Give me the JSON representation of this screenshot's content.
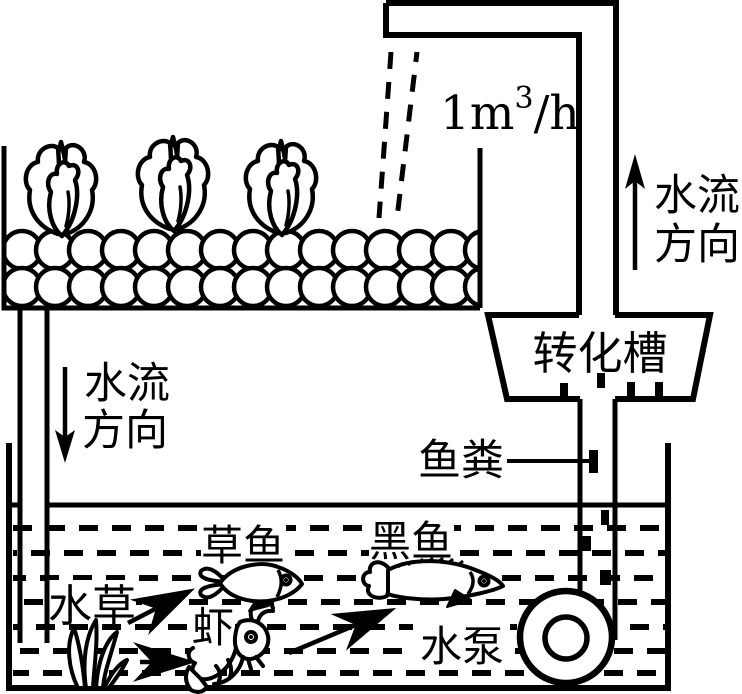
{
  "colors": {
    "ink": "#000000",
    "background": "#ffffff"
  },
  "labels": {
    "flow_rate": {
      "base": "1m",
      "exponent": "3",
      "unit": "/h"
    },
    "flow_up": {
      "line1": "水流",
      "line2": "方向"
    },
    "flow_down": {
      "line1": "水流",
      "line2": "方向"
    },
    "conversion_tank": "转化槽",
    "fish_feces": "鱼粪",
    "grass_carp": "草鱼",
    "black_fish": "黑鱼",
    "water_plant": "水草",
    "shrimp": "虾",
    "water_pump": "水泵"
  }
}
